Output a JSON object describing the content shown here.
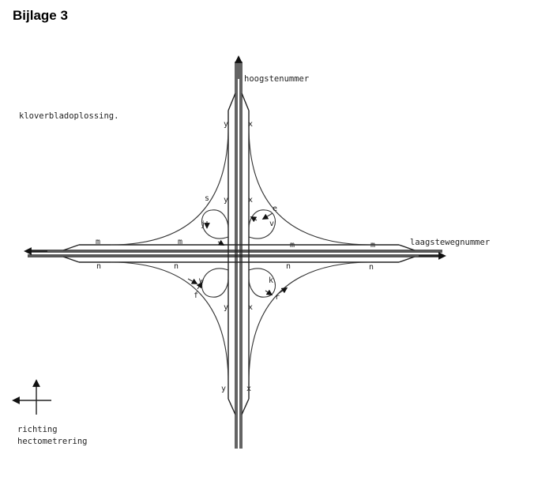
{
  "document": {
    "title": "Bijlage 3",
    "caption_type": "kloverbladoplossing.",
    "caption_direction_line1": "richting",
    "caption_direction_line2": "hectometrering"
  },
  "labels": {
    "north": "hoogstenummer",
    "east": "laagstewegnummer",
    "y": "y",
    "x": "x",
    "m": "m",
    "n": "n",
    "s": "s",
    "e": "e",
    "f": "f",
    "r": "r",
    "j": "j",
    "v": "v",
    "w": "w",
    "k": "k"
  }
}
